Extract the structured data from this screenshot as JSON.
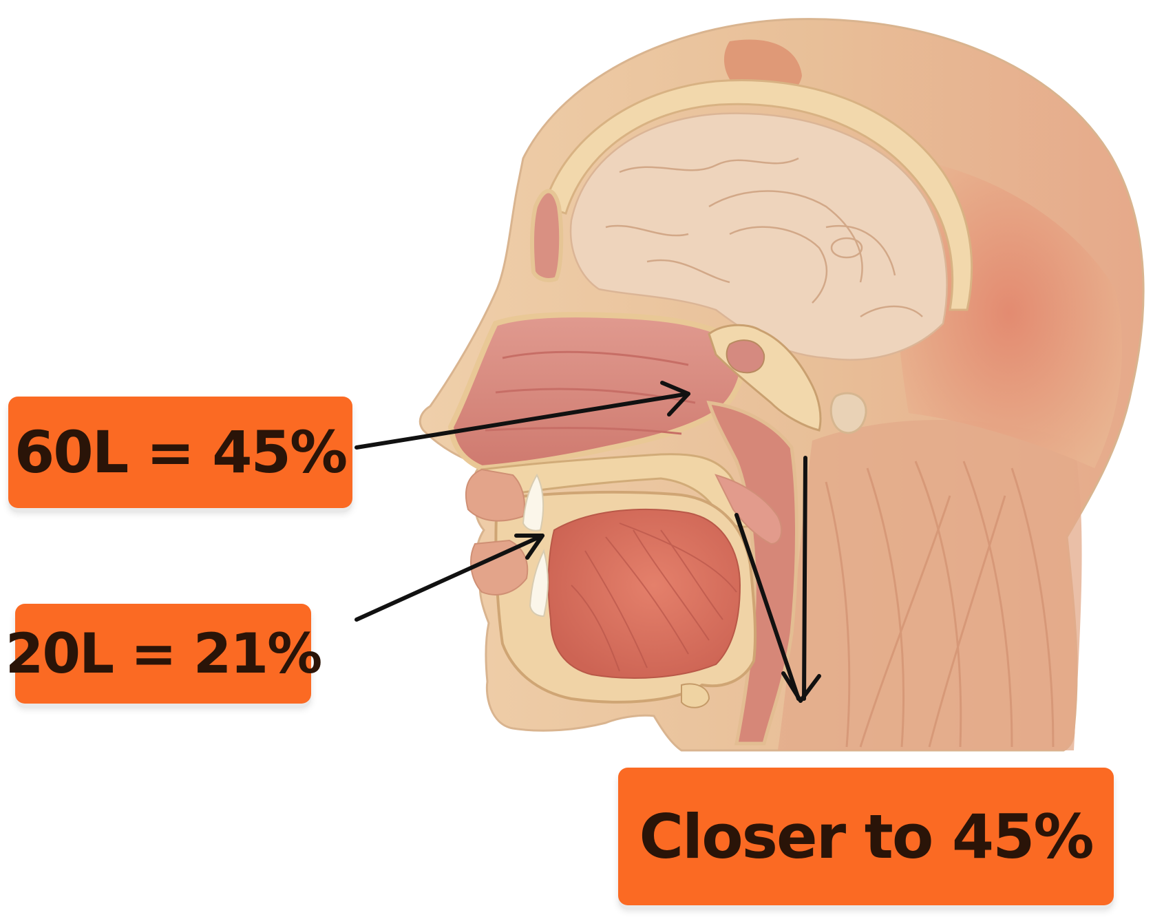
{
  "labels": {
    "nasal": "60L = 45%",
    "oral": "20L = 21%",
    "result": "Closer to 45%"
  },
  "colors": {
    "label_bg": "#fb6a23",
    "label_text": "#2a1408",
    "arrow": "#111111",
    "skin": "#ecc9a4",
    "muscle": "#d98a6e",
    "bone": "#f2d8ac",
    "airway": "#d9837a",
    "brain": "#eed4bc",
    "tongue": "#d8705f"
  }
}
